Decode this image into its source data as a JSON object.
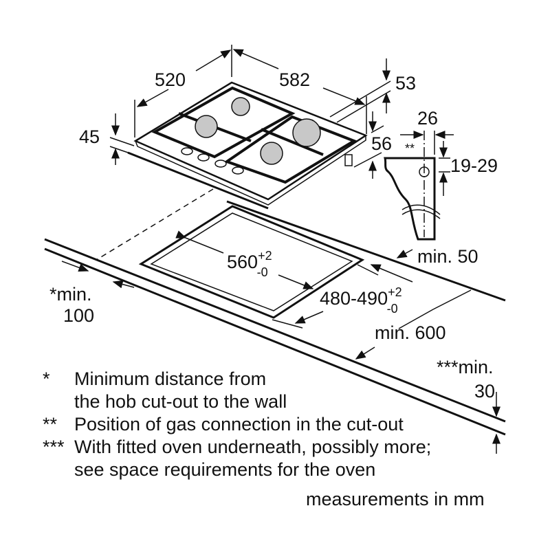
{
  "dimensions": {
    "width": "520",
    "depth": "582",
    "height_53": "53",
    "height_45": "45",
    "height_56": "56",
    "gas_26": "26",
    "gas_marker": "**",
    "gas_19_29": "19-29",
    "min_50": "min. 50",
    "cutout_width": "560",
    "cutout_width_tol_plus": "+2",
    "cutout_width_tol_minus": "-0",
    "cutout_depth": "480-490",
    "cutout_depth_tol_plus": "+2",
    "cutout_depth_tol_minus": "-0",
    "min_600": "min. 600",
    "wall_min_line1": "*min.",
    "wall_min_line2": "100",
    "oven_min_line1": "***min.",
    "oven_min_line2": "30"
  },
  "legend": [
    {
      "marker": "*",
      "lines": [
        "Minimum distance from",
        "the hob cut-out to the wall"
      ]
    },
    {
      "marker": "**",
      "lines": [
        "Position of gas connection in the cut-out"
      ]
    },
    {
      "marker": "***",
      "lines": [
        "With fitted oven underneath, possibly more;",
        "see space requirements for the oven"
      ]
    }
  ],
  "units_note": "measurements in mm"
}
